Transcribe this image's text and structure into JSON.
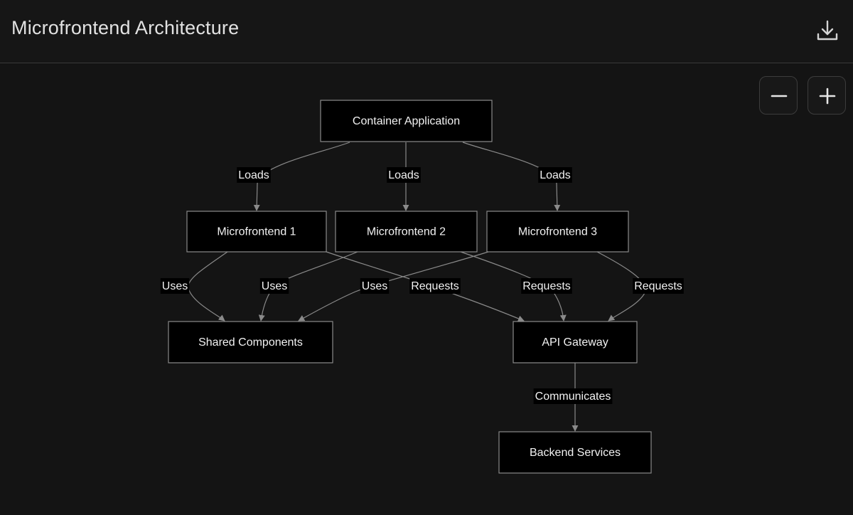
{
  "header": {
    "title": "Microfrontend Architecture",
    "download_icon": "download-icon"
  },
  "toolbar": {
    "zoom_out_icon": "minus-icon",
    "zoom_in_icon": "plus-icon"
  },
  "colors": {
    "background": "#141414",
    "node_fill": "#000000",
    "node_stroke": "#8a8a8a",
    "edge": "#8a8a8a",
    "text": "#f2f2f2"
  },
  "diagram": {
    "nodes": [
      {
        "id": "container",
        "label": "Container Application"
      },
      {
        "id": "mf1",
        "label": "Microfrontend 1"
      },
      {
        "id": "mf2",
        "label": "Microfrontend 2"
      },
      {
        "id": "mf3",
        "label": "Microfrontend 3"
      },
      {
        "id": "shared",
        "label": "Shared Components"
      },
      {
        "id": "gateway",
        "label": "API Gateway"
      },
      {
        "id": "backend",
        "label": "Backend Services"
      }
    ],
    "edges": [
      {
        "from": "container",
        "to": "mf1",
        "label": "Loads"
      },
      {
        "from": "container",
        "to": "mf2",
        "label": "Loads"
      },
      {
        "from": "container",
        "to": "mf3",
        "label": "Loads"
      },
      {
        "from": "mf1",
        "to": "shared",
        "label": "Uses"
      },
      {
        "from": "mf2",
        "to": "shared",
        "label": "Uses"
      },
      {
        "from": "mf3",
        "to": "shared",
        "label": "Uses"
      },
      {
        "from": "mf1",
        "to": "gateway",
        "label": "Requests"
      },
      {
        "from": "mf2",
        "to": "gateway",
        "label": "Requests"
      },
      {
        "from": "mf3",
        "to": "gateway",
        "label": "Requests"
      },
      {
        "from": "gateway",
        "to": "backend",
        "label": "Communicates"
      }
    ]
  }
}
